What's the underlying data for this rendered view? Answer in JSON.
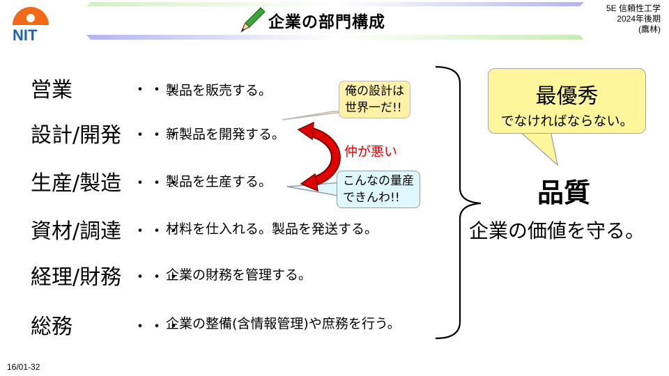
{
  "header": {
    "logo_text": "NIT",
    "title": "企業の部門構成",
    "course_line1": "5E 信頼性工学",
    "course_line2": "2024年後期",
    "course_line3": "(鷹林)"
  },
  "departments": [
    {
      "name": "営業",
      "dots": "・・・",
      "desc": "製品を販売する。"
    },
    {
      "name": "設計/開発",
      "dots": "・・・",
      "desc": "新製品を開発する。"
    },
    {
      "name": "生産/製造",
      "dots": "・・・",
      "desc": "製品を生産する。"
    },
    {
      "name": "資材/調達",
      "dots": "・・・",
      "desc": "材料を仕入れる。製品を発送する。"
    },
    {
      "name": "経理/財務",
      "dots": "・・・",
      "desc": "企業の財務を管理する。"
    },
    {
      "name": "総務",
      "dots": "・・・",
      "desc": "企業の整備(含情報管理)や庶務を行う。"
    }
  ],
  "bubbles": {
    "design_line1": "俺の設計は",
    "design_line2": "世界一だ!!",
    "production_line1": "こんなの量産",
    "production_line2": "できんわ!!",
    "conflict": "仲が悪い"
  },
  "callout": {
    "big": "最優秀",
    "small": "でなければならない。"
  },
  "quality": "品質",
  "value_text": "企業の価値を守る。",
  "page_number": "16/01-32",
  "colors": {
    "logo_orange": "#f06a1a",
    "logo_blue": "#1f63b8",
    "title_gradient_left": "#c8ecb4",
    "title_gradient_right": "#a8a8ea",
    "arrow_red": "#e00000",
    "callout_yellow": "#fff59a",
    "bubble_yellow": "#fff2a8",
    "bubble_blue": "#dff7ff"
  }
}
